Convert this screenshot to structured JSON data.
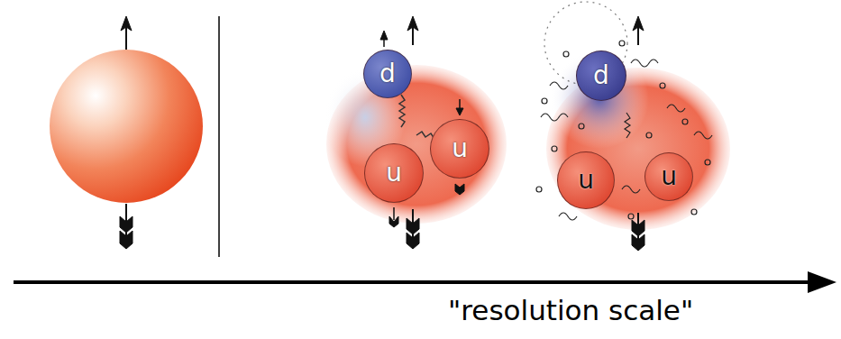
{
  "diagram": {
    "nodes": [
      {
        "text": [
          "d"
        ]
      },
      {
        "text": [
          "u"
        ]
      },
      {
        "text": [
          "u"
        ]
      },
      {
        "text": [
          "d"
        ]
      },
      {
        "text": [
          "u"
        ]
      },
      {
        "text": [
          "u"
        ]
      }
    ],
    "labels": [
      "\"resolution scale\""
    ]
  }
}
